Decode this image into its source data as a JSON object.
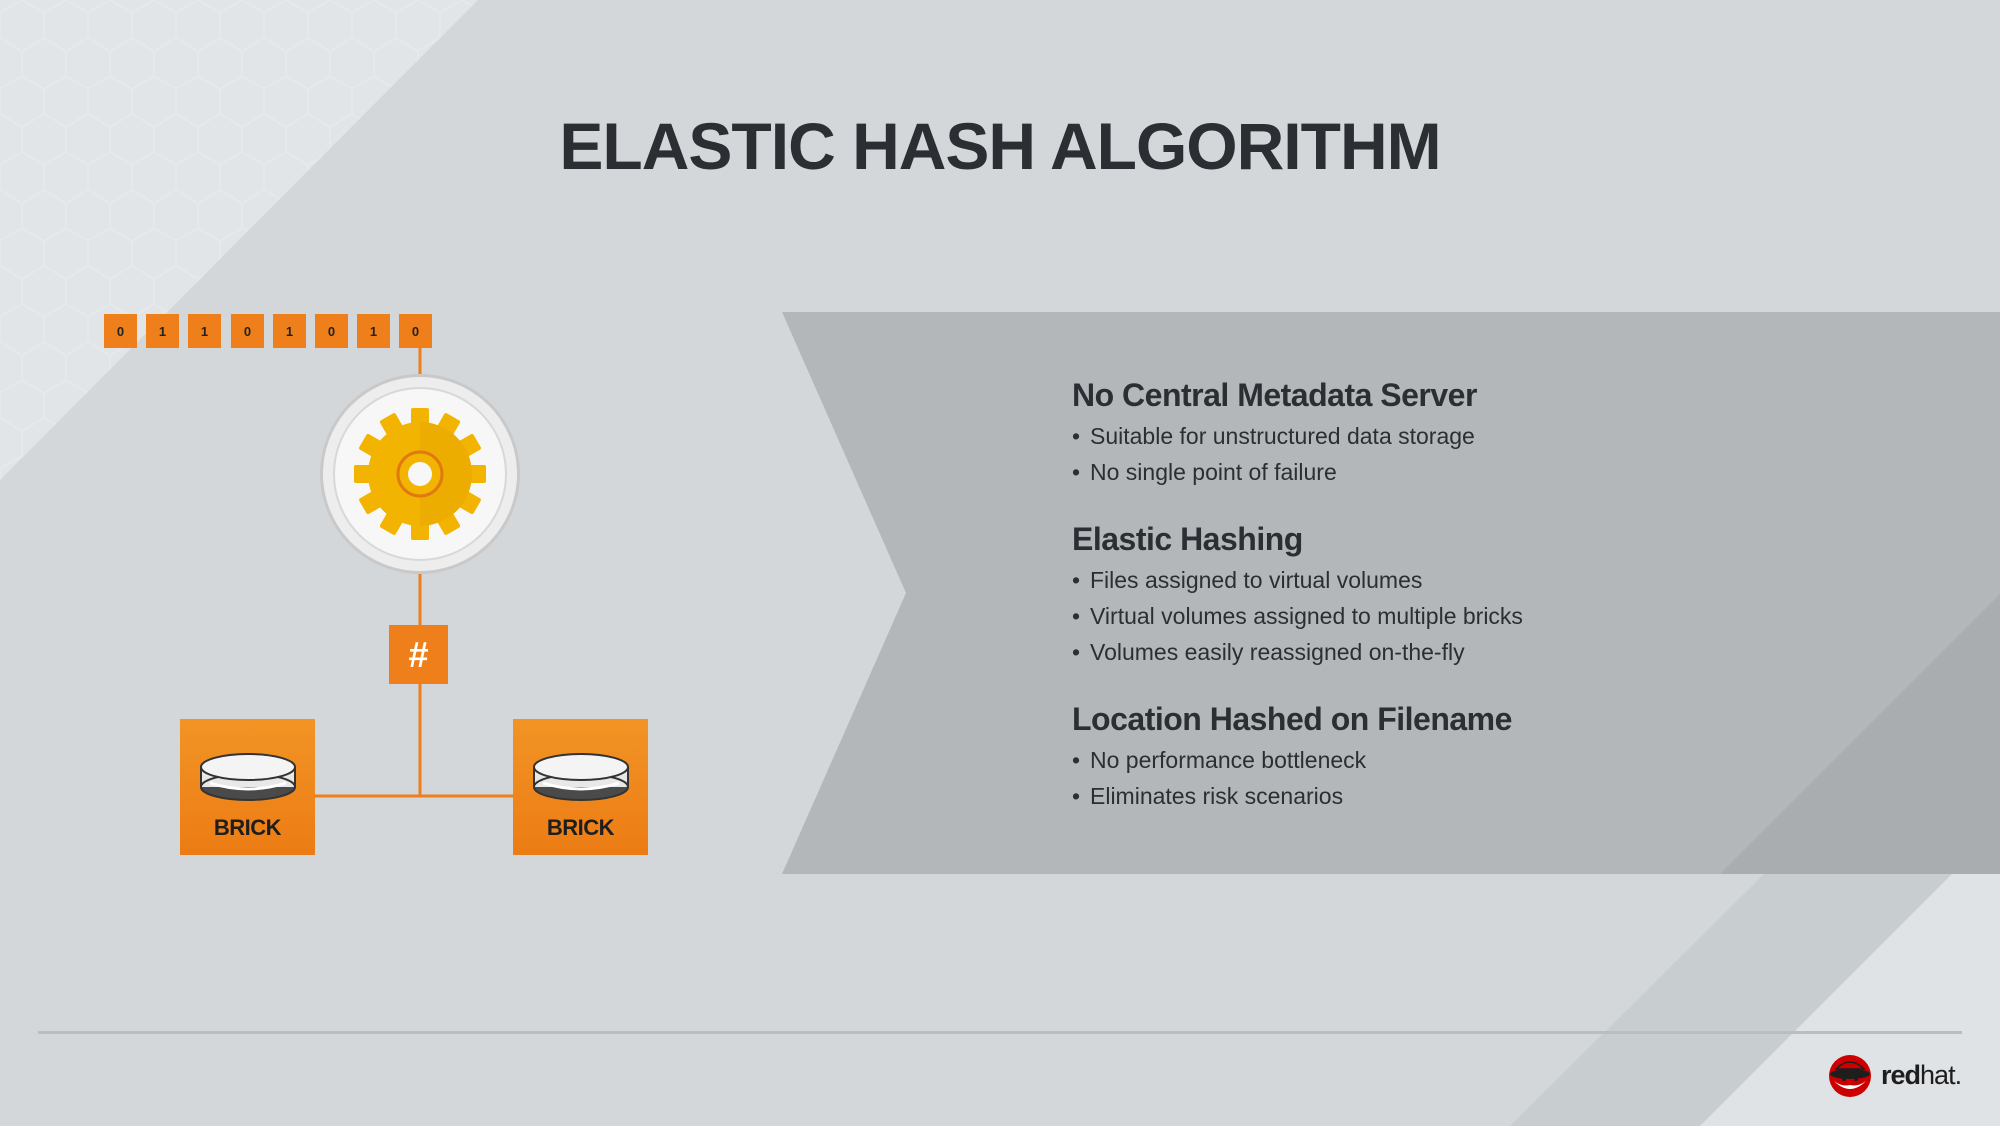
{
  "slide": {
    "title": "ELASTIC HASH ALGORITHM"
  },
  "diagram": {
    "bits": [
      "0",
      "1",
      "1",
      "0",
      "1",
      "0",
      "1",
      "0"
    ],
    "hash_symbol": "#",
    "bricks": [
      {
        "label": "BRICK"
      },
      {
        "label": "BRICK"
      }
    ],
    "accent_color": "#ee7f1a",
    "gear_color": "#f2b400",
    "gear_icon": "gear-icon",
    "disk_icon": "disk-icon"
  },
  "panel": {
    "sections": [
      {
        "title": "No Central Metadata Server",
        "bullets": [
          "Suitable for unstructured data storage",
          "No single point of failure"
        ]
      },
      {
        "title": "Elastic Hashing",
        "bullets": [
          "Files assigned to virtual volumes",
          "Virtual volumes assigned to multiple bricks",
          "Volumes easily reassigned on-the-fly"
        ]
      },
      {
        "title": "Location Hashed on Filename",
        "bullets": [
          "No performance bottleneck",
          "Eliminates risk scenarios"
        ]
      }
    ],
    "bullet_char": "•"
  },
  "logo": {
    "brand_bold": "red",
    "brand_light": "hat.",
    "brand_color": "#cc0000"
  }
}
